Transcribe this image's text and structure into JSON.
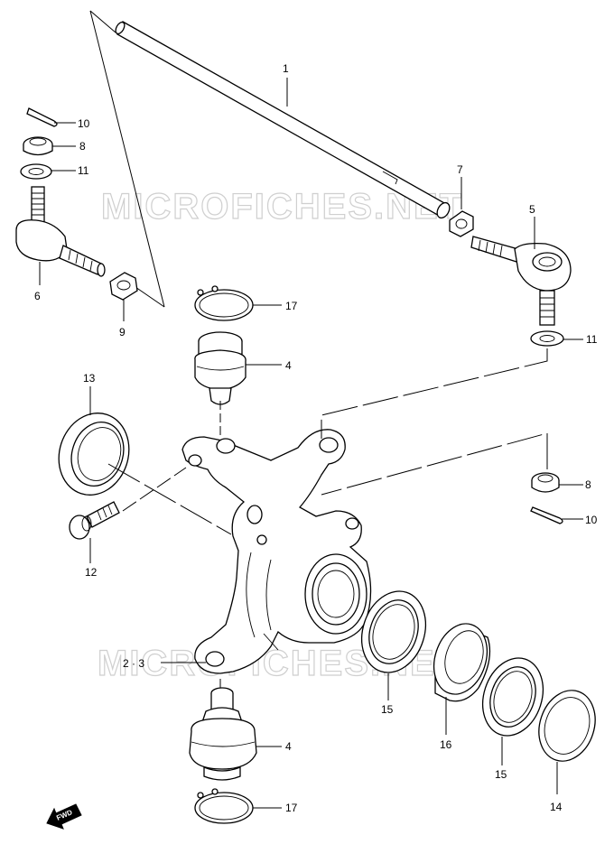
{
  "watermark": {
    "top_text": "MICROFICHES.NET",
    "bottom_text": "MICROFICHES.NET"
  },
  "fwd_label": "FWD",
  "callouts": {
    "c1": "1",
    "c23": "2 · 3",
    "c4a": "4",
    "c4b": "4",
    "c5": "5",
    "c6": "6",
    "c7": "7",
    "c8a": "8",
    "c8b": "8",
    "c9": "9",
    "c10a": "10",
    "c10b": "10",
    "c11a": "11",
    "c11b": "11",
    "c12": "12",
    "c13": "13",
    "c14": "14",
    "c15a": "15",
    "c15b": "15",
    "c16": "16",
    "c17a": "17",
    "c17b": "17"
  }
}
